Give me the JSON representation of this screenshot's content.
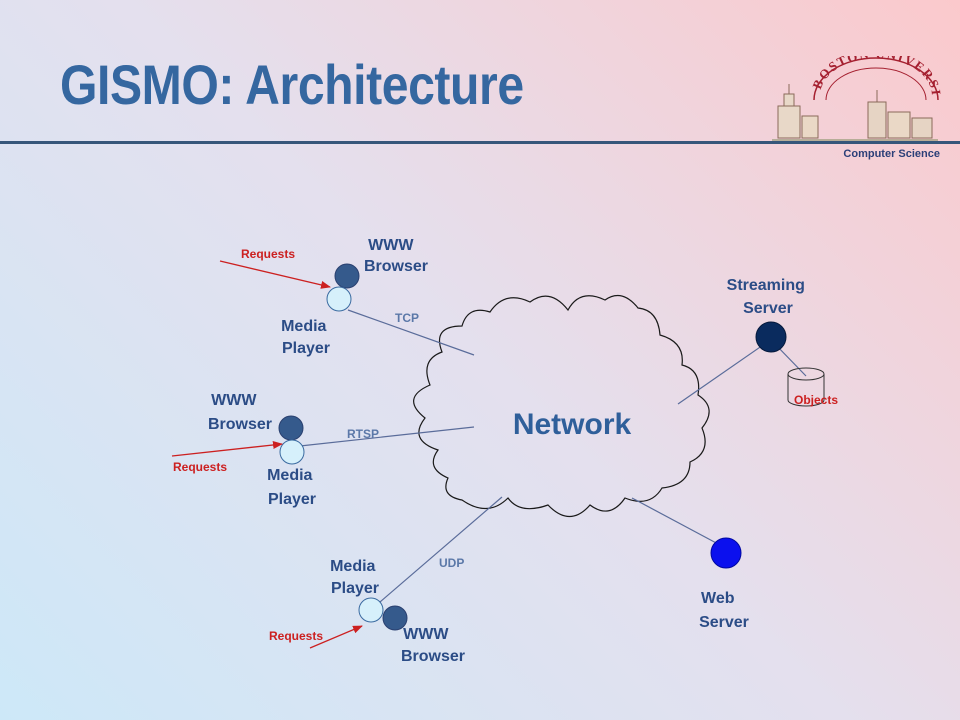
{
  "slide": {
    "title": "GISMO: Architecture",
    "logo_text": "BOSTON UNIVERSITY",
    "department": "Computer Science"
  },
  "diagram": {
    "network": "Network",
    "protocols": {
      "tcp": "TCP",
      "rtsp": "RTSP",
      "udp": "UDP"
    },
    "client1": {
      "browser": [
        "WWW",
        "Browser"
      ],
      "player": [
        "Media",
        "Player"
      ],
      "requests": "Requests"
    },
    "client2": {
      "browser": [
        "WWW",
        "Browser"
      ],
      "player": [
        "Media",
        "Player"
      ],
      "requests": "Requests"
    },
    "client3": {
      "browser": [
        "WWW",
        "Browser"
      ],
      "player": [
        "Media",
        "Player"
      ],
      "requests": "Requests"
    },
    "streaming_server": [
      "Streaming",
      "Server"
    ],
    "web_server": [
      "Web",
      "Server"
    ],
    "objects": "Objects"
  },
  "colors": {
    "title": "#3567a0",
    "label": "#2b4c86",
    "protocol": "#5b78a8",
    "requests": "#cc2020",
    "browser_node": "#355a8c",
    "player_node": "#d6f0fb",
    "streaming_node": "#0a2b5e",
    "web_node": "#0b10ee",
    "line": "#5a6c9a"
  }
}
